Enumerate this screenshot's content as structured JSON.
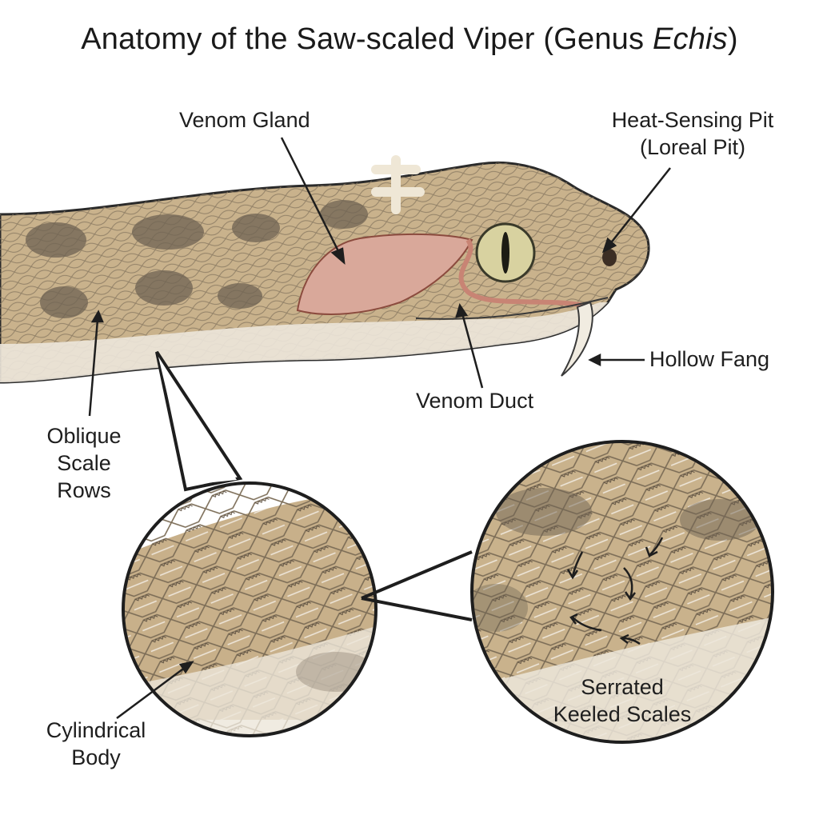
{
  "title": {
    "main": "Anatomy of the Saw-scaled Viper (Genus ",
    "genus": "Echis",
    "close": ")"
  },
  "labels": {
    "venom_gland": "Venom Gland",
    "heat_pit_line1": "Heat-Sensing Pit",
    "heat_pit_line2": "(Loreal Pit)",
    "hollow_fang": "Hollow Fang",
    "venom_duct": "Venom Duct",
    "oblique_line1": "Oblique",
    "oblique_line2": "Scale",
    "oblique_line3": "Rows",
    "cylindrical_line1": "Cylindrical",
    "cylindrical_line2": "Body",
    "serrated_line1": "Serrated",
    "serrated_line2": "Keeled Scales"
  },
  "colors": {
    "scale_base": "#c9b28c",
    "scale_dark": "#8a7a62",
    "blotch": "#6f6353",
    "belly": "#ece6da",
    "gland": "#d9a89a",
    "fang": "#f1ece1",
    "eye": "#d8d2a0"
  }
}
